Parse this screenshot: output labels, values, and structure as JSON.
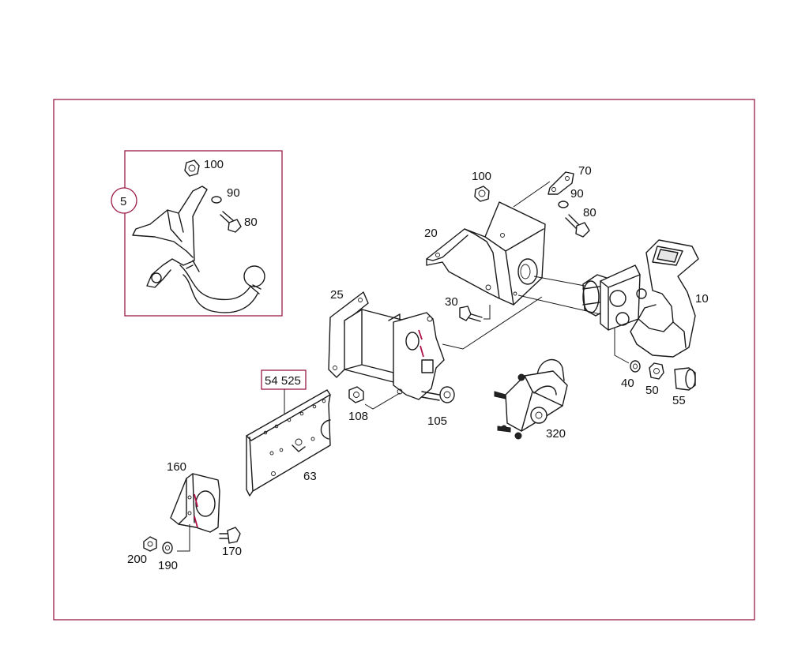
{
  "diagram": {
    "labels": {
      "inset_ref": "5",
      "inset_100": "100",
      "inset_90": "90",
      "inset_80": "80",
      "top_100": "100",
      "top_70": "70",
      "top_90": "90",
      "top_80": "80",
      "p20": "20",
      "p25": "25",
      "p30": "30",
      "p10": "10",
      "p40": "40",
      "p50": "50",
      "p55": "55",
      "p108": "108",
      "p105": "105",
      "p320": "320",
      "ref_box": "54 525",
      "p63": "63",
      "p160": "160",
      "p200": "200",
      "p190": "190",
      "p170": "170"
    },
    "colors": {
      "frame": "#9c1b46",
      "highlight": "#b0104a",
      "ink": "#1a1a1a"
    }
  }
}
